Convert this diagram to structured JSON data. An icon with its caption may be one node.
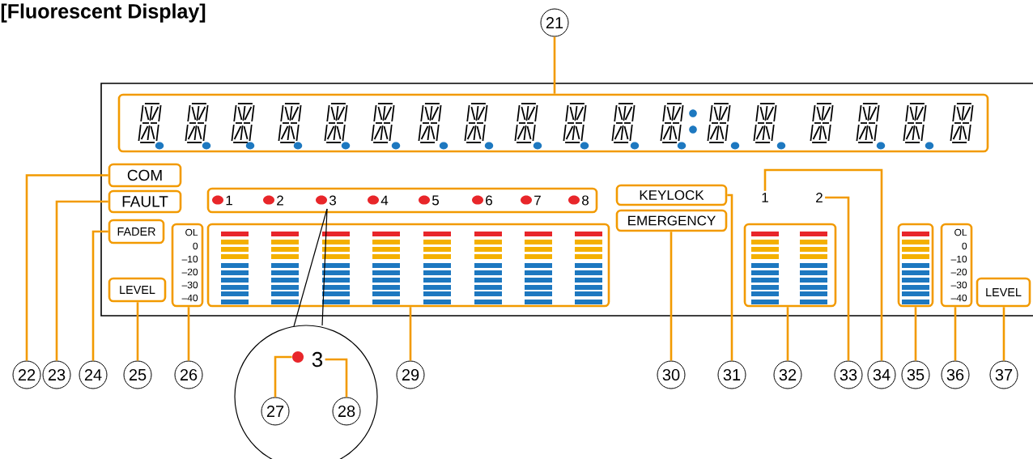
{
  "diagram": {
    "title": "[Fluorescent Display]",
    "nodes": [
      {
        "text": [
          "21"
        ]
      },
      {
        "text": [],
        "shape": "box"
      },
      {
        "text": [
          "COM"
        ]
      },
      {
        "text": [
          "FAULT"
        ]
      },
      {
        "text": [
          "FADER"
        ]
      },
      {
        "text": [
          "LEVEL"
        ]
      },
      {
        "text": [
          "OL",
          "0",
          "–10",
          "–20",
          "–30",
          "–40"
        ]
      },
      {
        "text": [
          "1",
          "2",
          "3",
          "4",
          "5",
          "6",
          "7",
          "8"
        ]
      },
      {
        "text": [],
        "shape": "box"
      },
      {
        "text": [
          "KEYLOCK"
        ]
      },
      {
        "text": [
          "EMERGENCY"
        ]
      },
      {
        "text": [
          "1"
        ]
      },
      {
        "text": [
          "2"
        ]
      },
      {
        "text": [],
        "shape": "box"
      },
      {
        "text": [],
        "shape": "box"
      },
      {
        "text": [
          "OL",
          "0",
          "–10",
          "–20",
          "–30",
          "–40"
        ]
      },
      {
        "text": [
          "LEVEL"
        ]
      },
      {
        "text": [],
        "shape": "circle"
      },
      {
        "text": [],
        "shape": "circle",
        "in": 17
      },
      {
        "text": [
          "3"
        ],
        "in": 17
      },
      {
        "text": [
          "22"
        ]
      },
      {
        "text": [
          "23"
        ]
      },
      {
        "text": [
          "24"
        ]
      },
      {
        "text": [
          "25"
        ]
      },
      {
        "text": [
          "26"
        ]
      },
      {
        "text": [
          "27"
        ],
        "in": 17
      },
      {
        "text": [
          "28"
        ],
        "in": 17
      },
      {
        "text": [
          "29"
        ]
      },
      {
        "text": [
          "30"
        ]
      },
      {
        "text": [
          "31"
        ]
      },
      {
        "text": [
          "32"
        ]
      },
      {
        "text": [
          "33"
        ]
      },
      {
        "text": [
          "34"
        ]
      },
      {
        "text": [
          "35"
        ]
      },
      {
        "text": [
          "36"
        ]
      },
      {
        "text": [
          "37"
        ]
      }
    ],
    "edges": [
      {
        "from": 0,
        "to": 1,
        "arrow": "none"
      },
      {
        "from": 20,
        "to": 2,
        "arrow": "none"
      },
      {
        "from": 21,
        "to": 3,
        "arrow": "none"
      },
      {
        "from": 22,
        "to": 4,
        "arrow": "none"
      },
      {
        "from": 23,
        "to": 5,
        "arrow": "none"
      },
      {
        "from": 24,
        "to": 6,
        "arrow": "none"
      },
      {
        "from": 25,
        "to": 18,
        "arrow": "none"
      },
      {
        "from": 26,
        "to": 19,
        "arrow": "none"
      },
      {
        "from": 27,
        "to": 8,
        "arrow": "none"
      },
      {
        "from": 28,
        "to": 10,
        "arrow": "none"
      },
      {
        "from": 29,
        "to": 9,
        "arrow": "none"
      },
      {
        "from": 30,
        "to": 13,
        "arrow": "none"
      },
      {
        "from": 31,
        "to": 12,
        "arrow": "none"
      },
      {
        "from": 32,
        "to": 11,
        "arrow": "none"
      },
      {
        "from": 33,
        "to": 14,
        "arrow": "none"
      },
      {
        "from": 34,
        "to": 15,
        "arrow": "none"
      },
      {
        "from": 35,
        "to": 16,
        "arrow": "none"
      }
    ]
  }
}
